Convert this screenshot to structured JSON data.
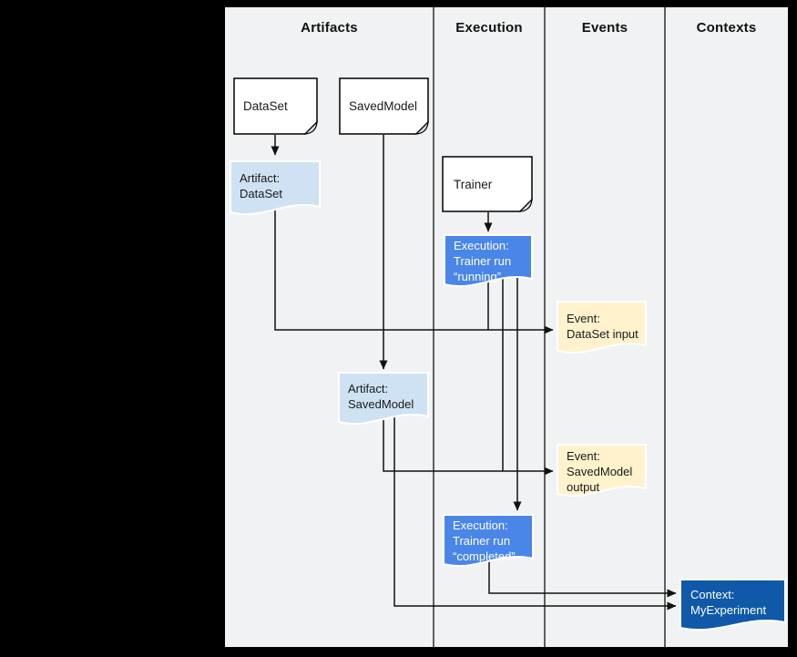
{
  "columns": [
    {
      "label": "Artifacts"
    },
    {
      "label": "Execution"
    },
    {
      "label": "Events"
    },
    {
      "label": "Contexts"
    }
  ],
  "colors": {
    "canvas": "#f1f2f3",
    "document_fill": "#ffffff",
    "artifact_fill": "#cfe2f3",
    "execution_fill": "#4a86e8",
    "event_fill": "#fff2cc",
    "context_fill": "#0f59a8",
    "line": "#111111"
  },
  "nodes": {
    "dataset": {
      "label": "DataSet"
    },
    "savedmodel": {
      "label": "SavedModel"
    },
    "trainer": {
      "label": "Trainer"
    },
    "artifact_dataset": {
      "lines": [
        "Artifact:",
        "DataSet"
      ]
    },
    "artifact_savedmodel": {
      "lines": [
        "Artifact:",
        "SavedModel"
      ]
    },
    "execution_running": {
      "lines": [
        "Execution:",
        "Trainer run",
        "“running”"
      ]
    },
    "execution_completed": {
      "lines": [
        "Execution:",
        "Trainer run",
        "“completed”"
      ]
    },
    "event_dataset_input": {
      "lines": [
        "Event:",
        "DataSet input"
      ]
    },
    "event_savedmodel_output": {
      "lines": [
        "Event:",
        "SavedModel",
        "output"
      ]
    },
    "context_myexperiment": {
      "lines": [
        "Context:",
        "MyExperiment"
      ]
    }
  }
}
